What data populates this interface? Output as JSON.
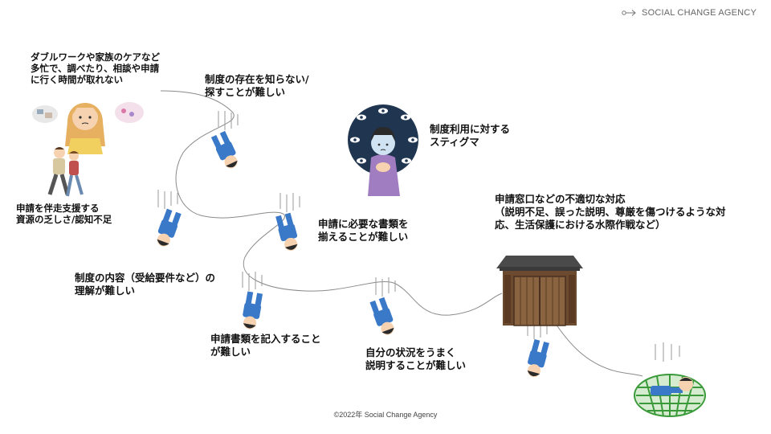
{
  "header": {
    "brand": "SOCIAL CHANGE AGENCY",
    "brand_icon": "arrow-logo-icon"
  },
  "labels": {
    "busy": "ダブルワークや家族のケアなど\n多忙で、調べたり、相談や申請\nに行く時間が取れない",
    "lack_support": "申請を伴走支援する\n資源の乏しさ/認知不足",
    "unaware": "制度の存在を知らない/\n探すことが難しい",
    "stigma": "制度利用に対する\nスティグマ",
    "documents": "申請に必要な書類を\n揃えることが難しい",
    "content": "制度の内容（受給要件など）の\n理解が難しい",
    "fill_forms": "申請書類を記入すること\nが難しい",
    "explain": "自分の状況をうまく\n説明することが難しい",
    "counter": "申請窓口などの不適切な対応\n（説明不足、誤った説明、尊厳を傷つけるような対\n応、生活保護における水際作戦など）"
  },
  "footer": {
    "copyright": "©2022年  Social Change Agency"
  },
  "colors": {
    "shirt": "#3a78c8",
    "hair": "#2a2a2a",
    "skin": "#f6d2b0",
    "stigma_bg": "#1f3550",
    "stigma_clothes": "#a07cc0",
    "building": "#6b4a30",
    "roof": "#4a4a4a",
    "net": "#3a9a3a"
  }
}
